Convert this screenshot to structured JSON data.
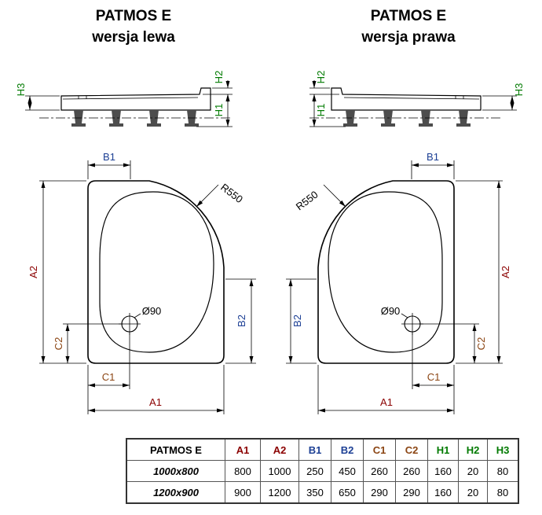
{
  "titles": {
    "left": {
      "name": "PATMOS E",
      "variant": "wersja lewa"
    },
    "right": {
      "name": "PATMOS E",
      "variant": "wersja prawa"
    }
  },
  "labels": {
    "A1": "A1",
    "A2": "A2",
    "B1": "B1",
    "B2": "B2",
    "C1": "C1",
    "C2": "C2",
    "H1": "H1",
    "H2": "H2",
    "H3": "H3",
    "radius": "R550",
    "drain": "Ø90"
  },
  "colors": {
    "dim_a": "#8b0000",
    "dim_b": "#1c3f94",
    "dim_c": "#8b4513",
    "dim_h": "#007a00",
    "line": "#000000"
  },
  "table": {
    "header": [
      "PATMOS E",
      "A1",
      "A2",
      "B1",
      "B2",
      "C1",
      "C2",
      "H1",
      "H2",
      "H3"
    ],
    "rows": [
      {
        "model": "1000x800",
        "values": [
          "800",
          "1000",
          "250",
          "450",
          "260",
          "260",
          "160",
          "20",
          "80"
        ]
      },
      {
        "model": "1200x900",
        "values": [
          "900",
          "1200",
          "350",
          "650",
          "290",
          "290",
          "160",
          "20",
          "80"
        ]
      }
    ]
  }
}
